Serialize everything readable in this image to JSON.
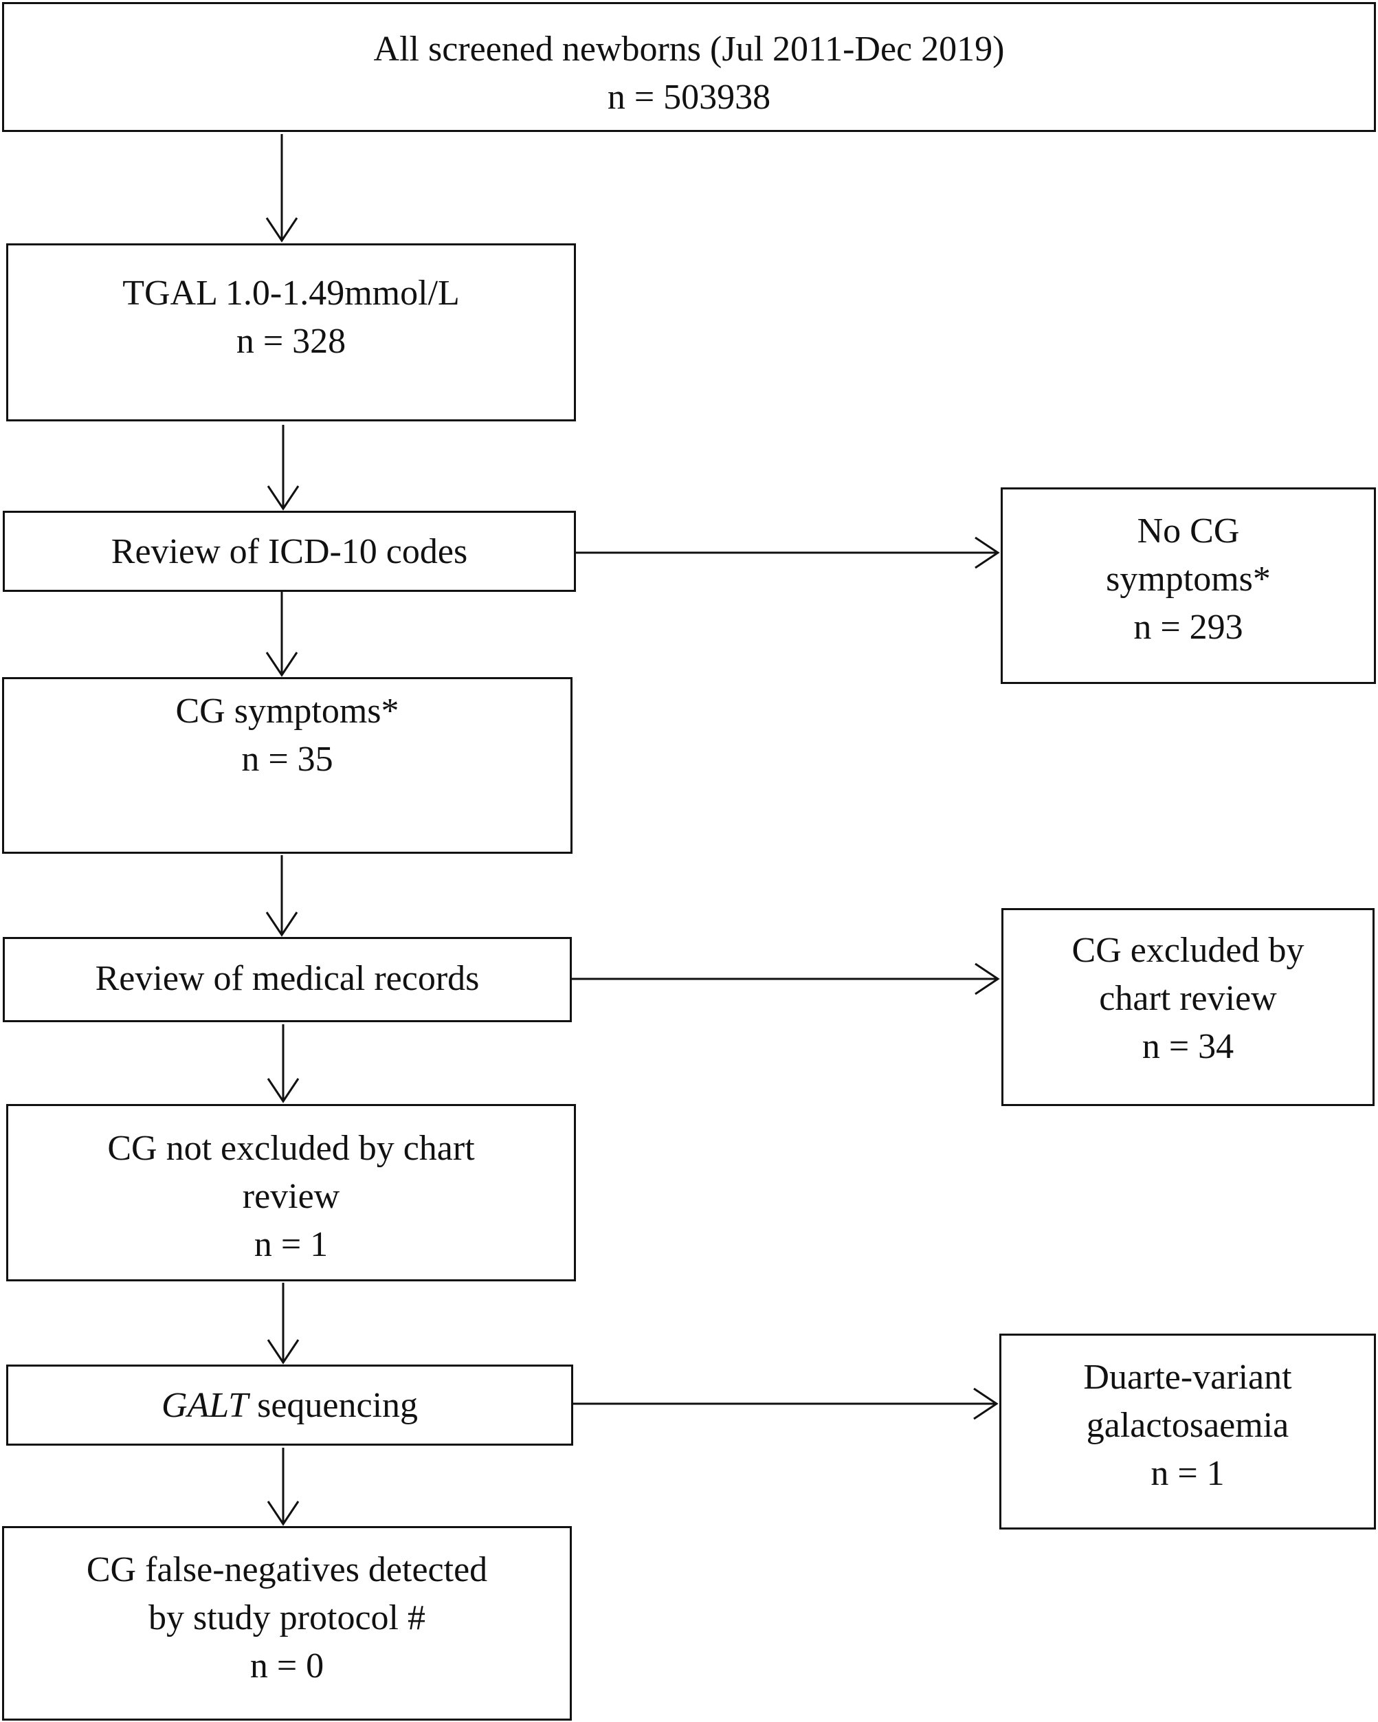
{
  "nodes": {
    "all_screened": {
      "line1": "All screened newborns (Jul 2011-Dec 2019)",
      "line2": "n = 503938"
    },
    "tgal": {
      "line1": "TGAL 1.0-1.49mmol/L",
      "line2": "n = 328"
    },
    "review_icd": {
      "line1": "Review of ICD-10 codes"
    },
    "no_cg": {
      "line1": "No CG",
      "line2": "symptoms*",
      "line3": "n = 293"
    },
    "cg_symptoms": {
      "line1": "CG symptoms*",
      "line2": "n = 35"
    },
    "review_medical": {
      "line1": "Review of medical records"
    },
    "cg_excluded": {
      "line1": "CG excluded by",
      "line2": "chart review",
      "line3": "n = 34"
    },
    "cg_not_excluded": {
      "line1": "CG not excluded by chart",
      "line2": "review",
      "line3": "n = 1"
    },
    "galt": {
      "gene": "GALT",
      "rest": " sequencing"
    },
    "duarte": {
      "line1": "Duarte-variant",
      "line2": "galactosaemia",
      "line3": "n = 1"
    },
    "false_neg": {
      "line1": "CG false-negatives detected",
      "line2": "by study protocol #",
      "line3": "n = 0"
    }
  },
  "edges": [
    {
      "from": "all_screened",
      "to": "tgal"
    },
    {
      "from": "tgal",
      "to": "review_icd"
    },
    {
      "from": "review_icd",
      "to": "no_cg"
    },
    {
      "from": "review_icd",
      "to": "cg_symptoms"
    },
    {
      "from": "cg_symptoms",
      "to": "review_medical"
    },
    {
      "from": "review_medical",
      "to": "cg_excluded"
    },
    {
      "from": "review_medical",
      "to": "cg_not_excluded"
    },
    {
      "from": "cg_not_excluded",
      "to": "galt"
    },
    {
      "from": "galt",
      "to": "duarte"
    },
    {
      "from": "galt",
      "to": "false_neg"
    }
  ]
}
